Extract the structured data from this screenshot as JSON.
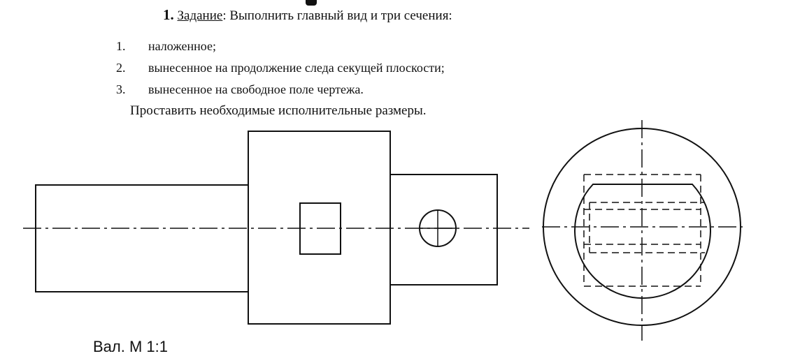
{
  "task": {
    "number": "1.",
    "label": "Задание",
    "text": ": Выполнить главный вид и три сечения:"
  },
  "items": [
    {
      "num": "1.",
      "text": "наложенное;"
    },
    {
      "num": "2.",
      "text": "вынесенное на продолжение следа секущей плоскости;"
    },
    {
      "num": "3.",
      "text": "вынесенное на свободное поле чертежа."
    }
  ],
  "instruction": "Проставить необходимые исполнительные размеры.",
  "bottom_text": "Вал. М 1:1"
}
